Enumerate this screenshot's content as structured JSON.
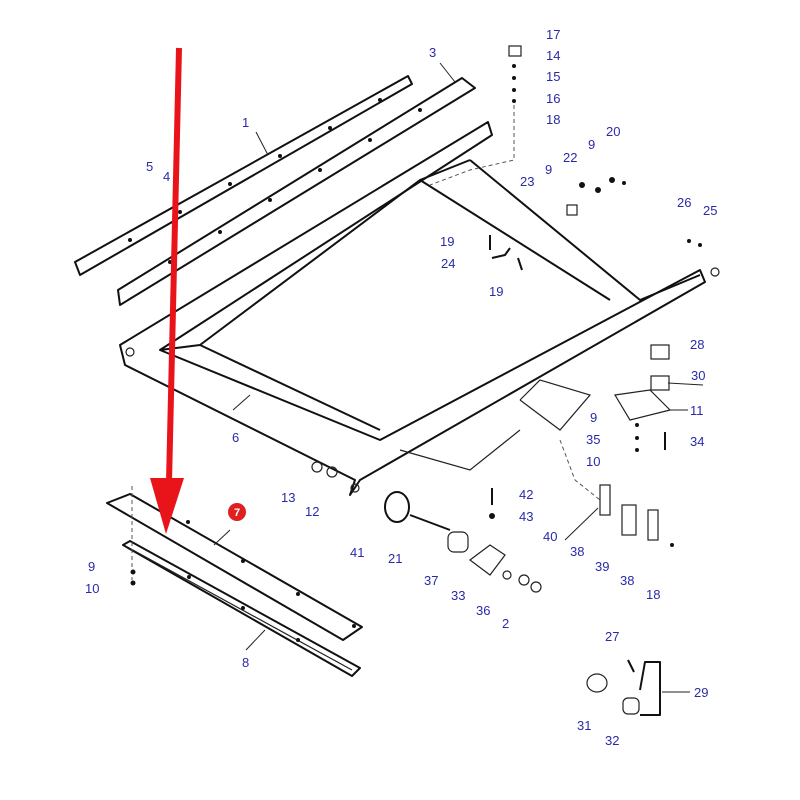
{
  "diagram": {
    "callouts": [
      "17",
      "14",
      "15",
      "16",
      "18",
      "3",
      "1",
      "5",
      "4",
      "22",
      "9",
      "20",
      "9",
      "23",
      "26",
      "25",
      "19",
      "24",
      "19",
      "28",
      "30",
      "11",
      "9",
      "35",
      "34",
      "10",
      "6",
      "13",
      "12",
      "42",
      "43",
      "41",
      "21",
      "40",
      "38",
      "39",
      "38",
      "18",
      "37",
      "33",
      "36",
      "2",
      "9",
      "10",
      "8",
      "27",
      "29",
      "31",
      "32"
    ],
    "highlighted_callout": "7",
    "colors": {
      "callout": "#2a2aa8",
      "highlight": "#e02020",
      "arrow": "#e8141a",
      "lines": "#111111"
    }
  }
}
